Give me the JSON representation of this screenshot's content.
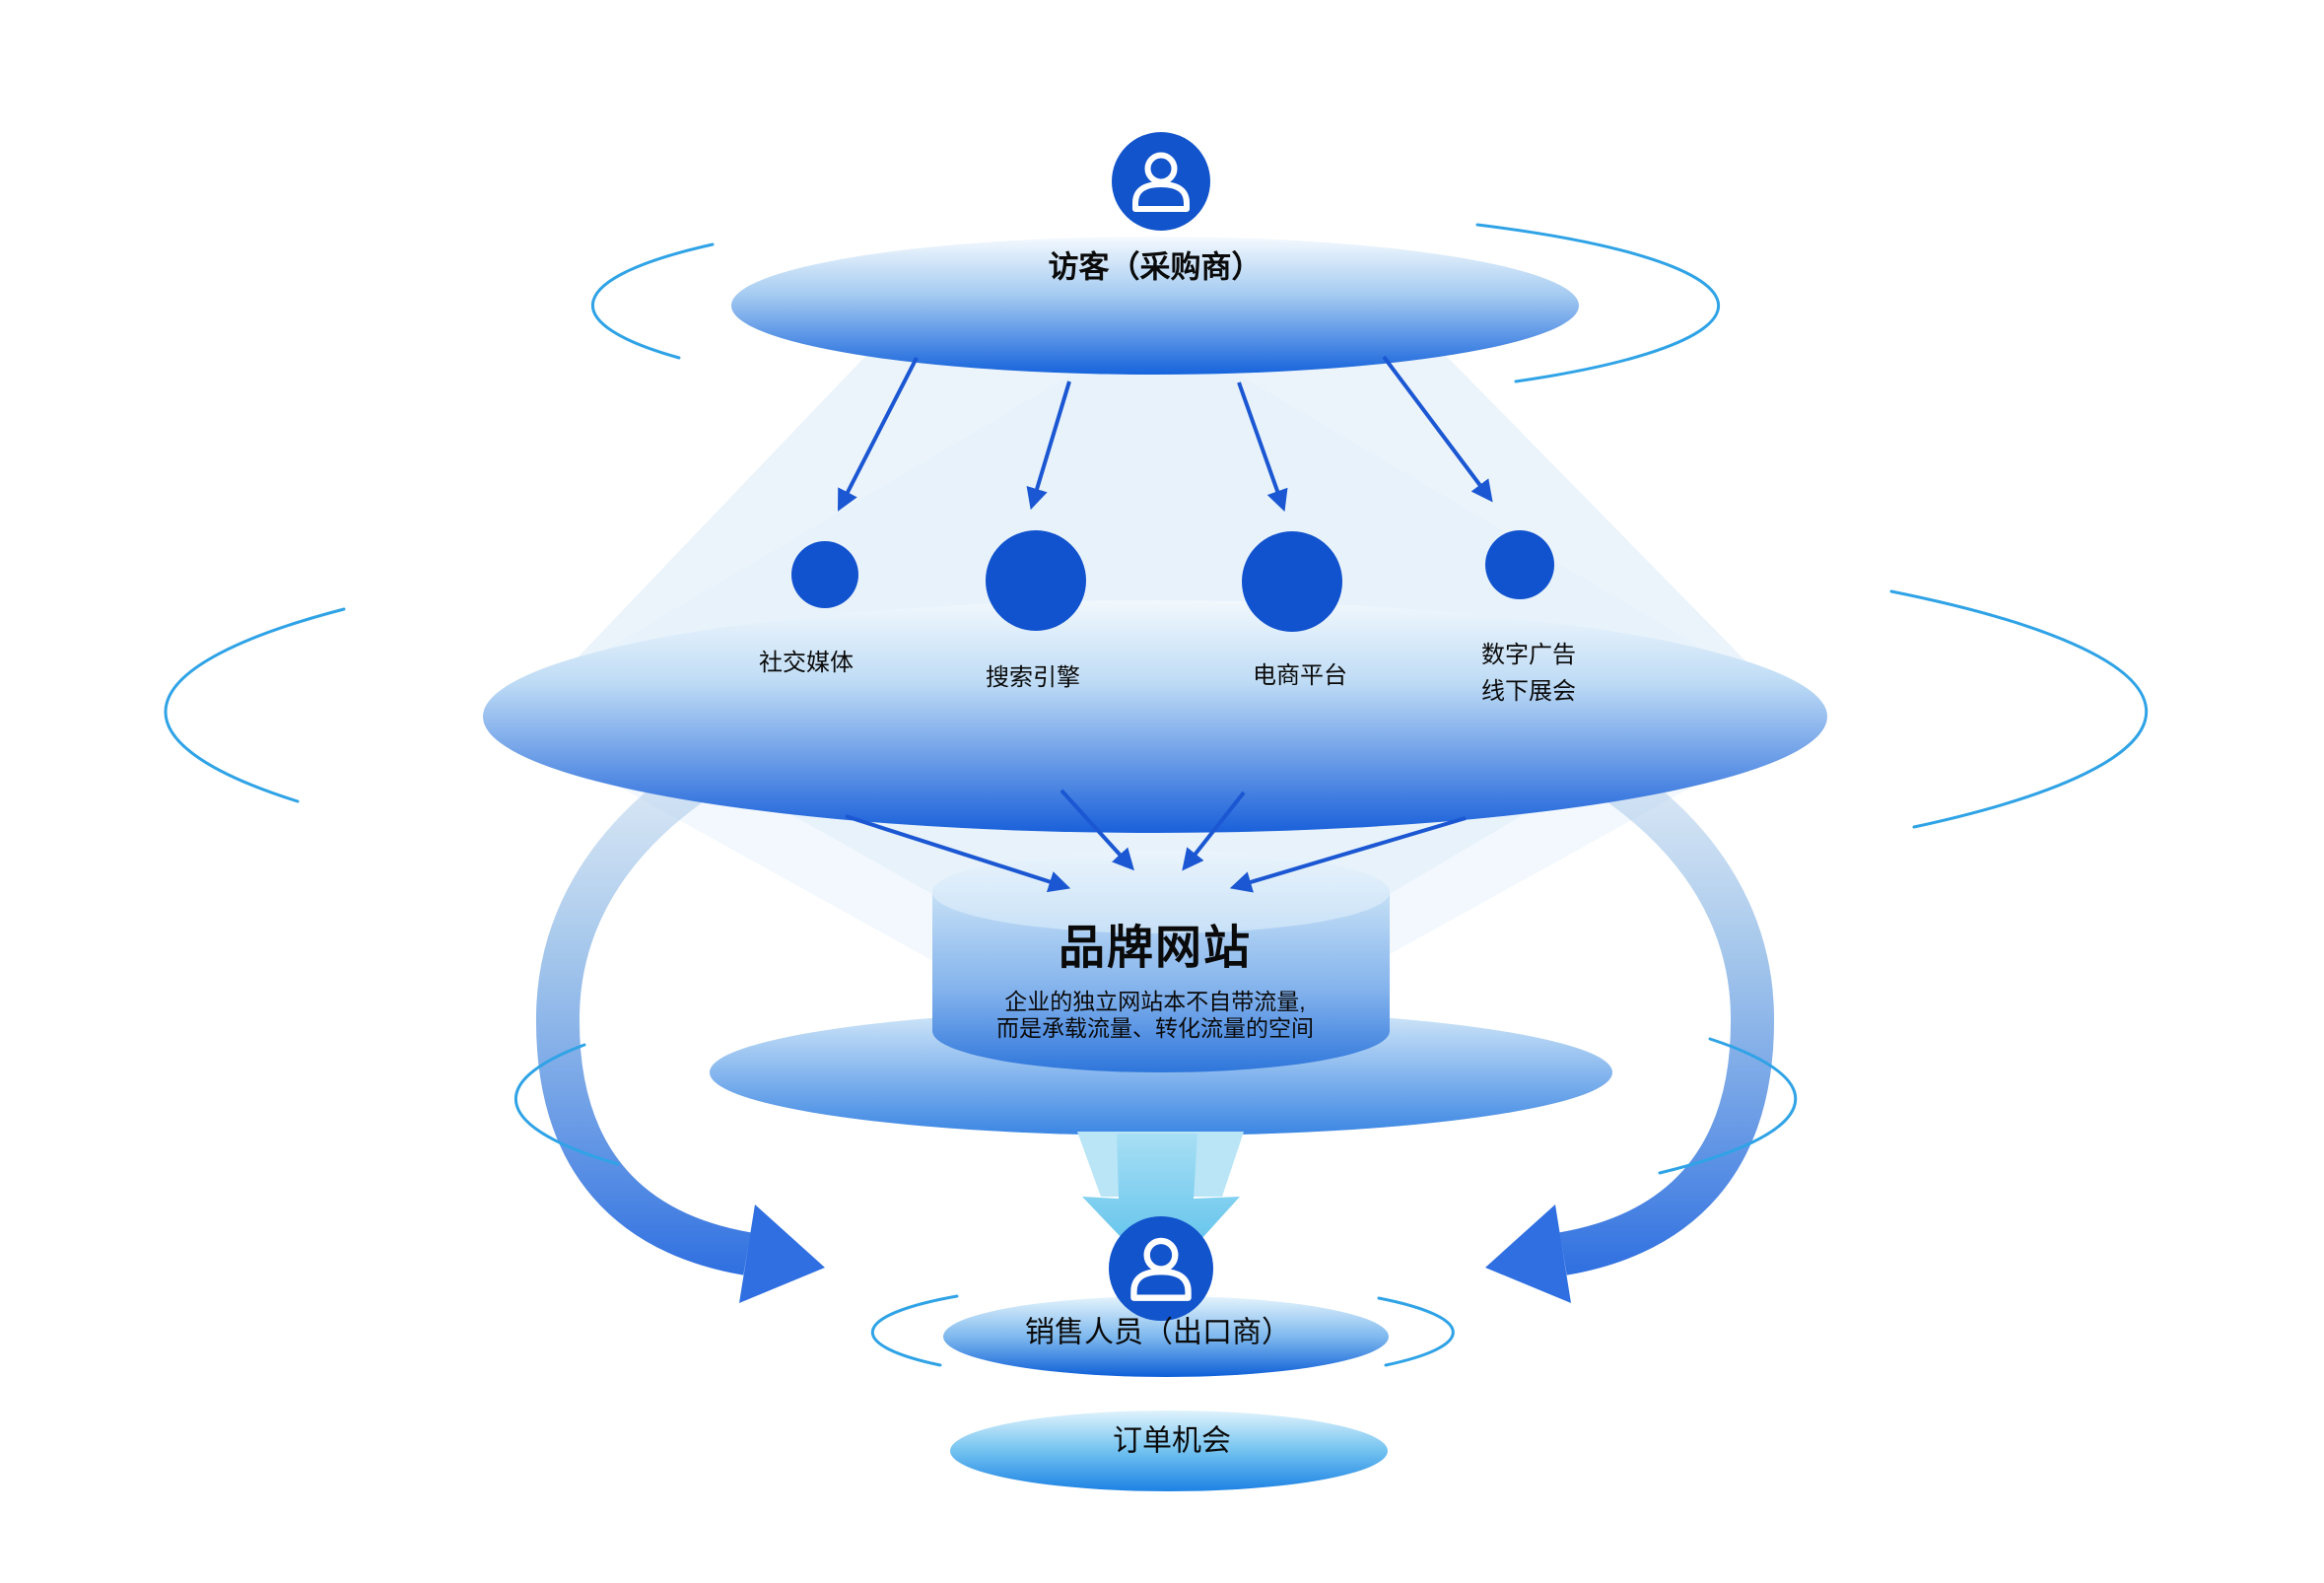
{
  "diagram": {
    "visitor_label": "访客（采购商）",
    "visitor_icon": "user-icon",
    "channels": [
      {
        "label": "社交媒体"
      },
      {
        "label": "搜索引擎"
      },
      {
        "label": "电商平台"
      },
      {
        "label_line1": "数字广告",
        "label_line2": "线下展会"
      }
    ],
    "website": {
      "title": "品牌网站",
      "desc_line1": "企业的独立网站本不自带流量,",
      "desc_line2": "而是承载流量、转化流量的空间"
    },
    "sales_label": "销售人员（出口商）",
    "sales_icon": "user-icon",
    "order_label": "订单机会",
    "colors": {
      "primary_blue": "#1254CC",
      "arrow_blue": "#1B57D2",
      "deep_ellipse_blue": "#1663DC",
      "ring_cyan": "#2FA3E6",
      "funnel_cyan": "#7FD0EF",
      "swirl_blue": "#2E6FE0",
      "text_black": "#0A0A0A"
    }
  }
}
